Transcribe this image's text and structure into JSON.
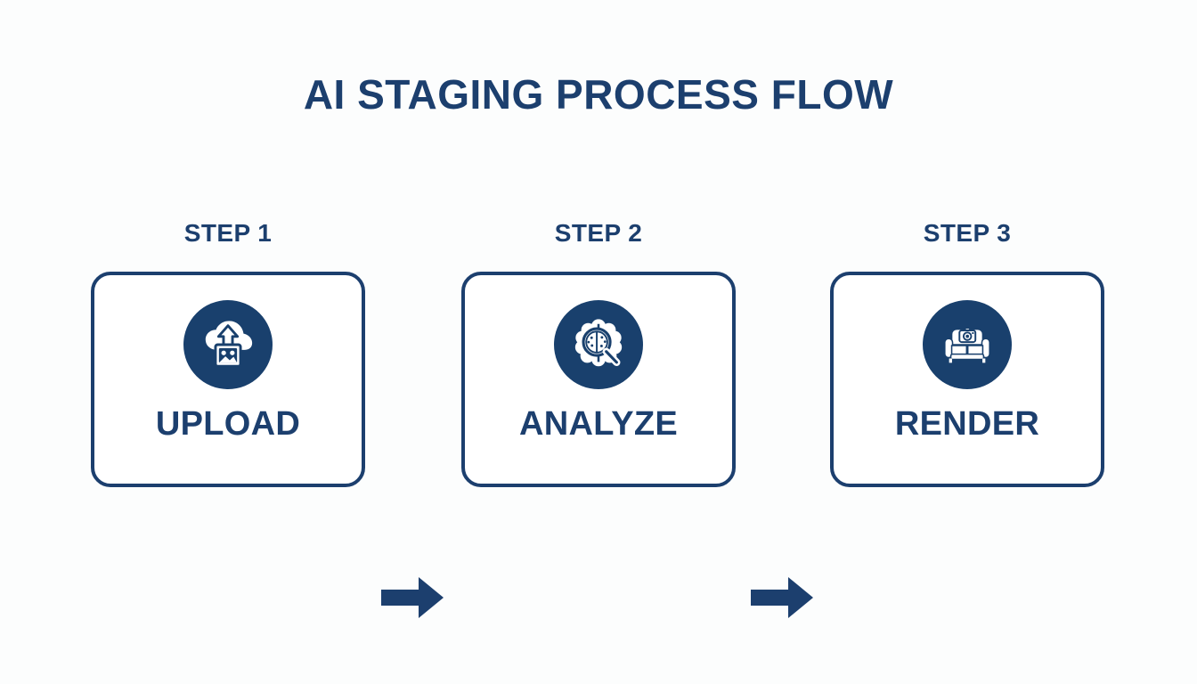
{
  "title": "AI STAGING PROCESS FLOW",
  "colors": {
    "background": "#fcfdfd",
    "navy": "#1c3f6e",
    "circle_fill": "#19406d",
    "card_fill": "#ffffff"
  },
  "steps": [
    {
      "step_label": "STEP 1",
      "card_label": "UPLOAD",
      "icon": "cloud-upload-image-icon"
    },
    {
      "step_label": "STEP 2",
      "card_label": "ANALYZE",
      "icon": "brain-magnifier-icon"
    },
    {
      "step_label": "STEP 3",
      "card_label": "RENDER",
      "icon": "sofa-camera-icon"
    }
  ],
  "connectors": [
    {
      "name": "arrow-right-icon"
    },
    {
      "name": "arrow-right-icon"
    }
  ]
}
